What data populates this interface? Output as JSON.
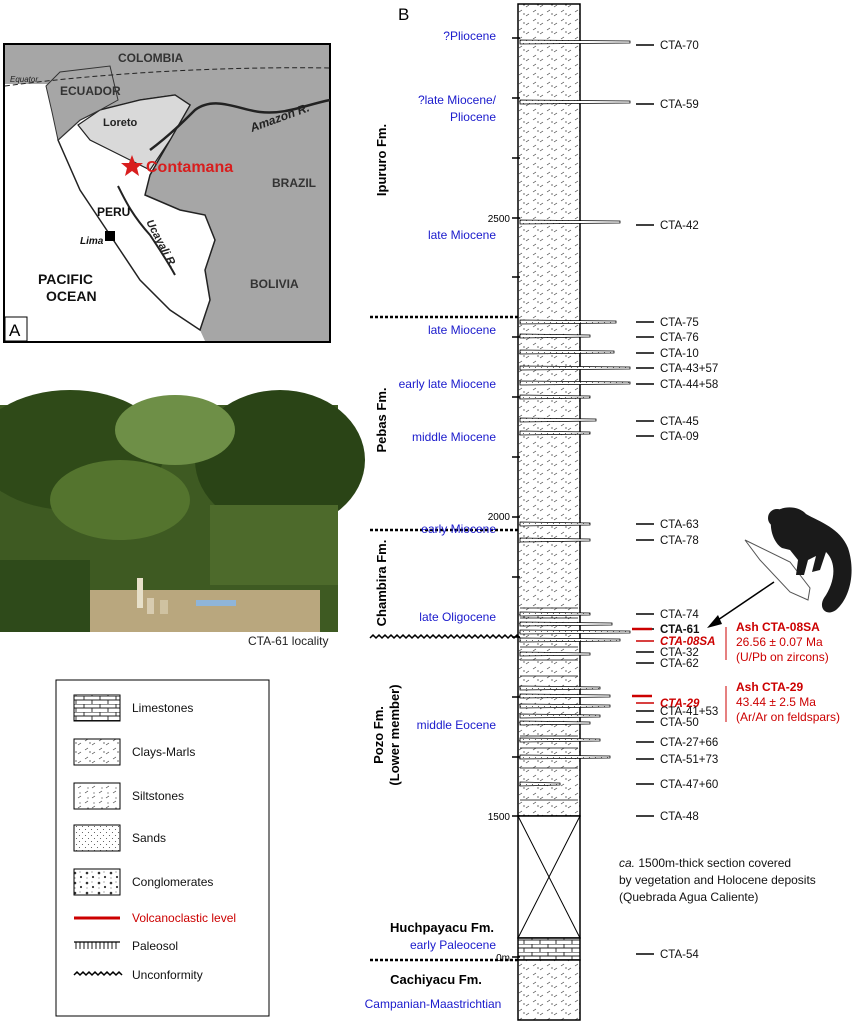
{
  "panel_a": {
    "panel_letter": "A",
    "countries": {
      "colombia": "COLOMBIA",
      "ecuador": "ECUADOR",
      "peru": "PERU",
      "brazil": "BRAZIL",
      "bolivia": "BOLIVIA"
    },
    "equator_label": "Equator",
    "region_loreto": "Loreto",
    "site_name": "Contamana",
    "city_lima": "Lima",
    "ocean_line1": "PACIFIC",
    "ocean_line2": "OCEAN",
    "river_amazon": "Amazon R.",
    "river_ucayali": "Ucayali R."
  },
  "photo": {
    "caption": "CTA-61 locality"
  },
  "legend": {
    "items": [
      {
        "label": "Limestones",
        "pattern": "limestone"
      },
      {
        "label": "Clays-Marls",
        "pattern": "clay"
      },
      {
        "label": "Siltstones",
        "pattern": "silt"
      },
      {
        "label": "Sands",
        "pattern": "sand"
      },
      {
        "label": "Conglomerates",
        "pattern": "conglomerate"
      },
      {
        "label": "Volcanoclastic level",
        "pattern": "volcanic",
        "color": "#cc0000"
      },
      {
        "label": "Paleosol",
        "pattern": "paleosol"
      },
      {
        "label": "Unconformity",
        "pattern": "unconformity"
      }
    ]
  },
  "panel_b": {
    "panel_letter": "B",
    "depth_ticks": [
      "2500",
      "2000",
      "1500",
      "0m"
    ],
    "formations": [
      {
        "name": "Ipururo Fm."
      },
      {
        "name": "Pebas Fm."
      },
      {
        "name": "Chambira Fm."
      },
      {
        "line1": "Pozo Fm.",
        "line2": "(Lower member)"
      },
      {
        "name": "Huchpayacu Fm."
      },
      {
        "name": "Cachiyacu Fm."
      }
    ],
    "ages": [
      "?Pliocene",
      "?late Miocene/",
      "Pliocene",
      "late Miocene",
      "late Miocene",
      "early late Miocene",
      "middle Miocene",
      "early Miocene",
      "late Oligocene",
      "middle Eocene",
      "early Paleocene",
      "Campanian-Maastrichtian"
    ],
    "samples": [
      "CTA-70",
      "CTA-59",
      "CTA-42",
      "CTA-75",
      "CTA-76",
      "CTA-10",
      "CTA-43+57",
      "CTA-44+58",
      "CTA-45",
      "CTA-09",
      "CTA-63",
      "CTA-78",
      "CTA-74",
      "CTA-61",
      "CTA-08SA",
      "CTA-32",
      "CTA-62",
      "CTA-29",
      "CTA-41+53",
      "CTA-50",
      "CTA-27+66",
      "CTA-51+73",
      "CTA-47+60",
      "CTA-48",
      "CTA-54"
    ],
    "ash_08sa": {
      "title": "Ash CTA-08SA",
      "age": "26.56 ± 0.07 Ma",
      "method": "(U/Pb on zircons)"
    },
    "ash_29": {
      "title": "Ash CTA-29",
      "age": "43.44 ± 2.5 Ma",
      "method": "(Ar/Ar on feldspars)"
    },
    "gap_note": {
      "line1_prefix": "ca.",
      "line1_rest": " 1500m-thick section covered",
      "line2": "by vegetation and Holocene deposits",
      "line3": "(Quebrada Agua Caliente)"
    },
    "colors": {
      "age_blue": "#1a1acc",
      "volcanic_red": "#cc0000"
    }
  }
}
